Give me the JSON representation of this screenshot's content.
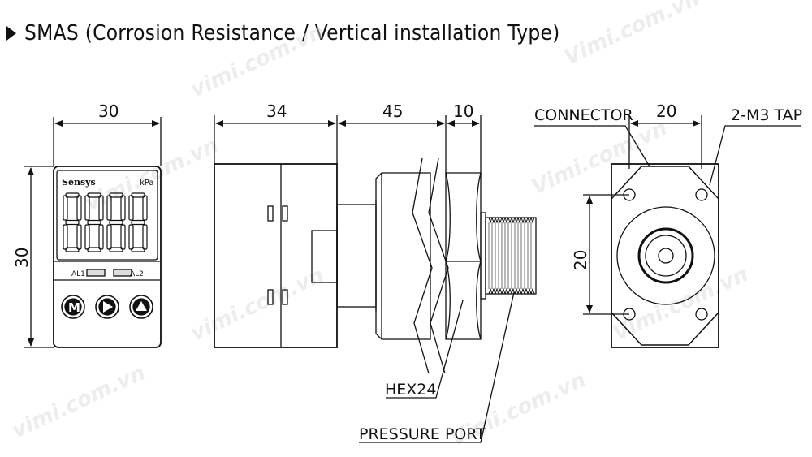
{
  "title": "SMAS (Corrosion Resistance / Vertical installation Type)",
  "front_view": {
    "width_dim": "30",
    "height_dim": "30",
    "brand": "Sensys",
    "unit": "kPa",
    "digits": "8888",
    "al1": "AL1",
    "al2": "AL2",
    "button_m": "M"
  },
  "side_view": {
    "dim_body": "34",
    "dim_middle": "45",
    "dim_port": "10",
    "hex_label": "HEX24",
    "port_label": "PRESSURE PORT"
  },
  "rear_view": {
    "connector_label": "CONNECTOR",
    "width_dim": "20",
    "tap_label": "2-M3 TAP",
    "height_dim": "20"
  },
  "watermarks": [
    "Vimi.com.vn",
    "vimi.com.vn"
  ]
}
